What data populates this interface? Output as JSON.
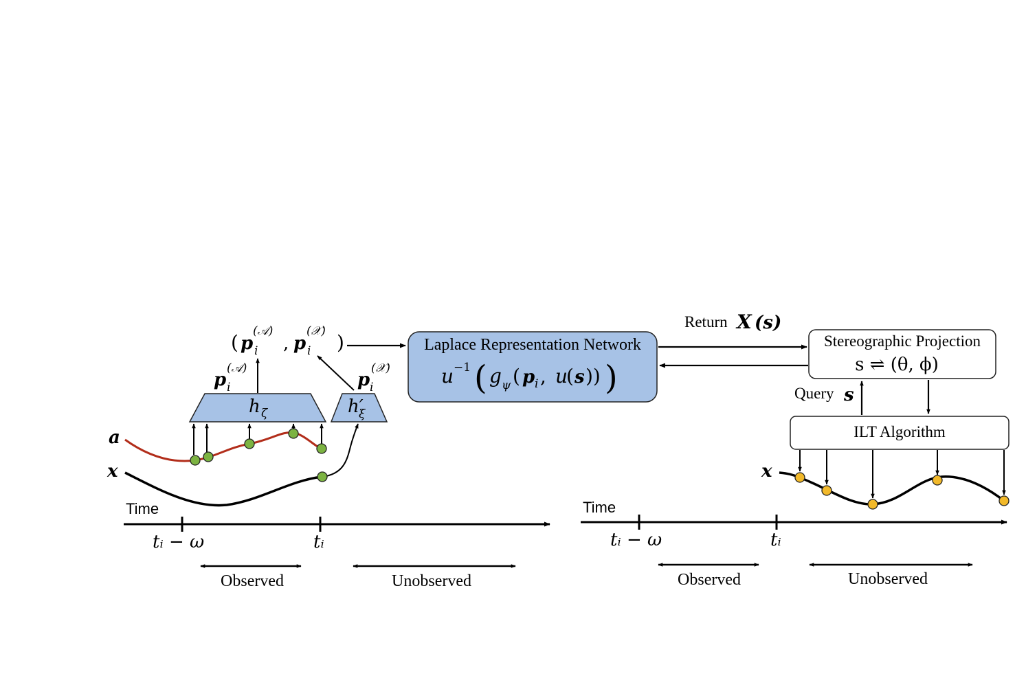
{
  "left_panel": {
    "network_box_title": "Laplace Representation Network",
    "encoder_a_label": "h",
    "encoder_a_sub": "ζ",
    "encoder_x_label": "h′",
    "encoder_x_sub": "ξ",
    "series_a_label": "a",
    "series_x_label": "x",
    "pA": "p",
    "pA_sub": "i",
    "pA_sup": "(𝒜)",
    "pX": "p",
    "pX_sub": "i",
    "pX_sup": "(𝒳)",
    "time_label": "Time",
    "tick_start": "tᵢ − ω",
    "tick_end": "tᵢ",
    "observed_label": "Observed",
    "unobserved_label": "Unobserved"
  },
  "right_panel": {
    "return_label": "Return",
    "return_math": "X",
    "return_arg": "(s)",
    "stereo_title": "Stereographic Projection",
    "stereo_formula": "s ⇌ (θ, ϕ)",
    "query_label": "Query",
    "query_math": "s",
    "ilt_label": "ILT Algorithm",
    "series_x_label": "x",
    "time_label": "Time",
    "tick_start": "tᵢ − ω",
    "tick_end": "tᵢ",
    "observed_label": "Observed",
    "unobserved_label": "Unobserved"
  },
  "colors": {
    "box_fill": "#a7c2e6",
    "series_a": "#b22d1a",
    "green_point": "#7cb342",
    "yellow_point": "#f2b92a"
  }
}
